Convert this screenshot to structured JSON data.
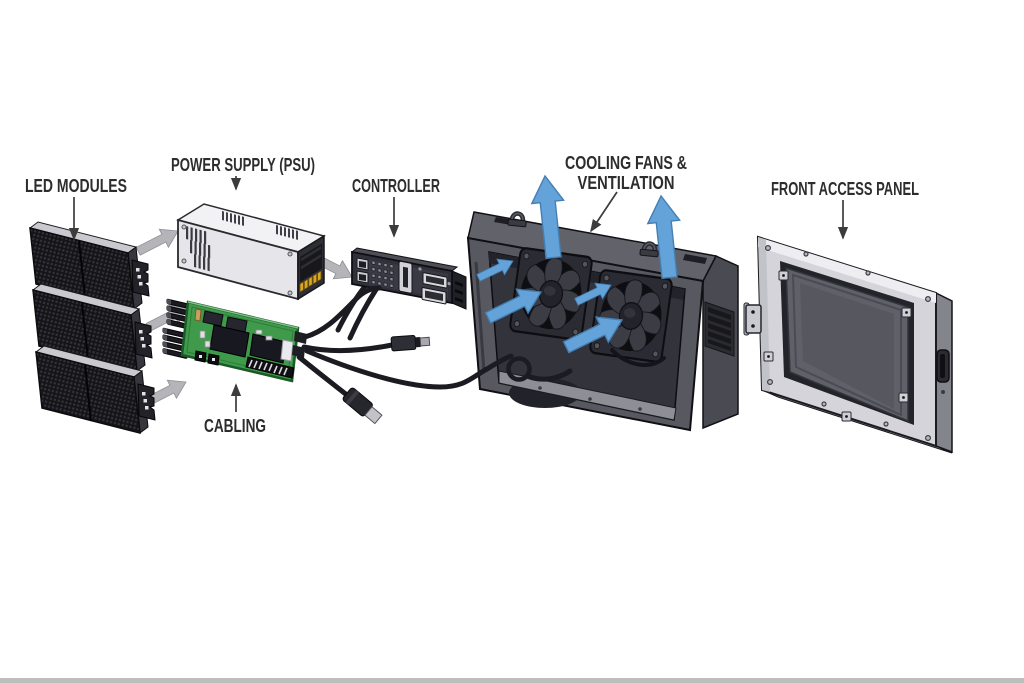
{
  "page": {
    "background": "#ffffff",
    "footer_bar_color": "#bdbdbd"
  },
  "diagram": {
    "labels": {
      "led_modules": "LED MODULES",
      "power_supply": "POWER SUPPLY (PSU)",
      "controller": "CONTROLLER",
      "cabling": "CABLING",
      "cooling_fans_line1": "COOLING FANS &",
      "cooling_fans_line2": "VENTILATION",
      "front_access_panel": "FRONT ACCESS PANEL"
    },
    "label_style": {
      "color": "#2d2d2d"
    },
    "colors": {
      "airflow_arrow_blue": "#64a3d9",
      "flow_arrow_gray": "#b4b4b9",
      "pcb_green": "#3f9a4b",
      "psu_body_silver": "#e6e6ea",
      "cabinet_body_gray": "#585861",
      "led_module_black": "#17171a",
      "front_panel_silver": "#d4d4da",
      "cable_black": "#1b1b21",
      "pointer_line": "#3c3c3c",
      "terminal_yellow": "#d9a81f"
    }
  }
}
